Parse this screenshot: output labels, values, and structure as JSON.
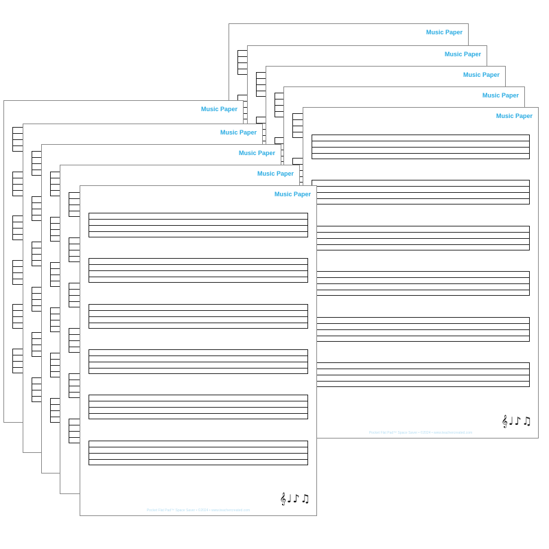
{
  "sheet": {
    "title": "Music Paper",
    "notes": "𝄞♩♪♫",
    "footer": "Pocket Flat Pad™ Space Saver • ©2024 • www.teachercreated.com"
  },
  "colors": {
    "title_accent": "#29abe2",
    "staff_lines": "#222222",
    "sheet_border": "#8a8a8a",
    "background": "#ffffff"
  },
  "groups": {
    "right_stack_sheet_count": 5,
    "left_stack_sheet_count": 5,
    "staves_per_sheet": 6
  }
}
